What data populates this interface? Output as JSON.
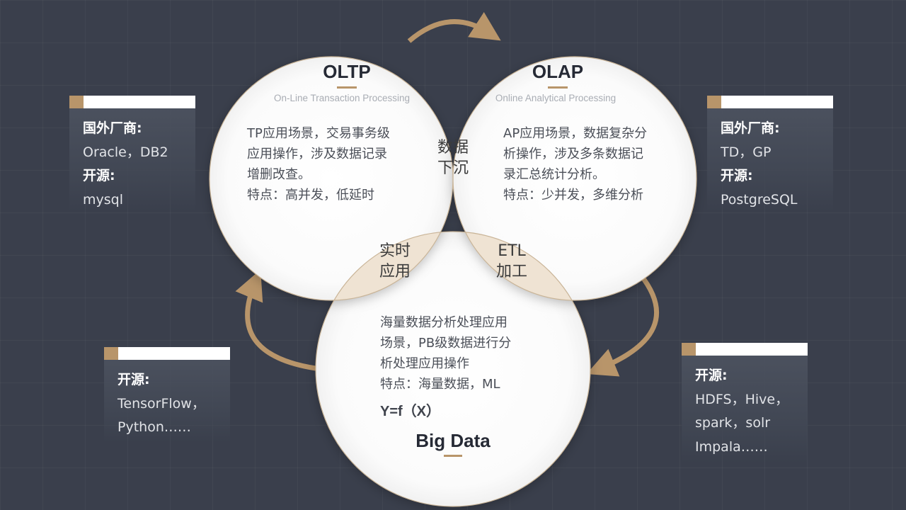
{
  "colors": {
    "background": "#3a3f4c",
    "accent": "#b8956a",
    "circle_fill": "#ffffff",
    "overlap_fill": "#efe3d3"
  },
  "oltp": {
    "title": "OLTP",
    "subtitle": "On-Line Transaction Processing",
    "lines": [
      "TP应用场景，交易事务级",
      "应用操作，涉及数据记录",
      "增删改查。",
      "特点：高并发，低延时"
    ]
  },
  "olap": {
    "title": "OLAP",
    "subtitle": "Online Analytical Processing",
    "lines": [
      "AP应用场景，数据复杂分",
      "析操作，涉及多条数据记",
      "录汇总统计分析。",
      "特点：少并发，多维分析"
    ]
  },
  "bigdata": {
    "title": "Big Data",
    "lines": [
      "海量数据分析处理应用",
      "场景，PB级数据进行分",
      "析处理应用操作",
      "特点：海量数据，ML"
    ],
    "formula": "Y=f（X）"
  },
  "overlaps": {
    "oltp_olap": [
      "数据",
      "下沉"
    ],
    "oltp_bigdata": [
      "实时",
      "应用"
    ],
    "olap_bigdata": [
      "ETL",
      "加工"
    ]
  },
  "cards": {
    "top_left": [
      "国外厂商:",
      "Oracle，DB2",
      "开源:",
      "mysql"
    ],
    "top_right": [
      "国外厂商:",
      "TD，GP",
      "开源:",
      "PostgreSQL"
    ],
    "bottom_left": [
      "开源:",
      "TensorFlow，",
      "Python……"
    ],
    "bottom_right": [
      "开源:",
      "HDFS，Hive，",
      "spark，solr",
      "Impala……"
    ]
  }
}
